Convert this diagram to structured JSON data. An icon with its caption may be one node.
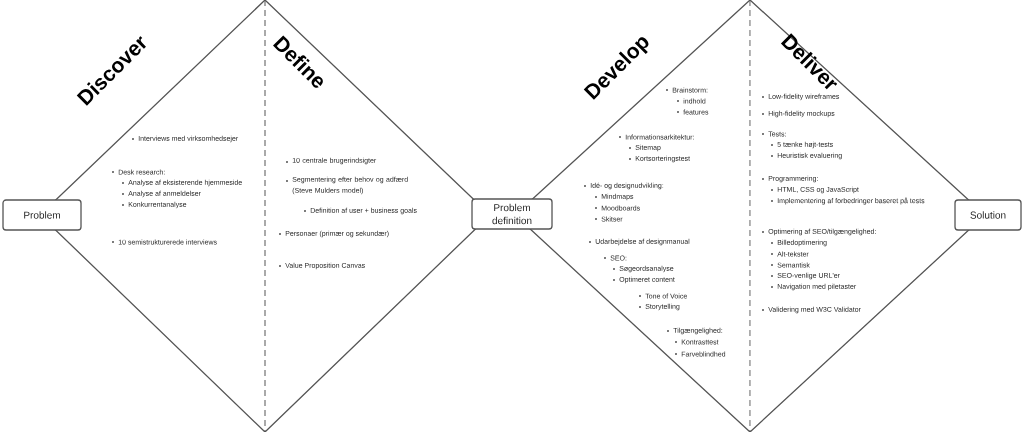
{
  "diagram": {
    "nodes": [
      {
        "text": [
          "Discover",
          "Interviews med virksomhedsejer",
          "Desk research:",
          "Analyse af eksisterende hjemmeside",
          "Analyse af anmeldelser",
          "Konkurrentanalyse",
          "10 semistrukturerede interviews"
        ]
      },
      {
        "text": [
          "Define",
          "10 centrale brugerindsigter",
          "Segmentering efter behov og adfærd (Steve Mulders model)",
          "Definition af user + business goals",
          "Personaer (primær og sekundær)",
          "Value Proposition Canvas"
        ]
      },
      {
        "text": [
          "Develop",
          "Brainstorm:",
          "indhold",
          "features",
          "Informationsarkitektur:",
          "Sitemap",
          "Kortsorteringstest",
          "Idé- og designudvikling:",
          "Mindmaps",
          "Moodboards",
          "Skitser",
          "Udarbejdelse af designmanual",
          "SEO:",
          "Søgeordsanalyse",
          "Optimeret content",
          "Tone of Voice",
          "Storytelling",
          "Tilgængelighed:",
          "Kontrasttest",
          "Farveblindhed"
        ]
      },
      {
        "text": [
          "Deliver",
          "Low-fidelity wireframes",
          "High-fidelity mockups",
          "Tests:",
          "5 tænke højt-tests",
          "Heuristisk evaluering",
          "Programmering:",
          "HTML, CSS og JavaScript",
          "Implementering af forbedringer baseret på tests",
          "Optimering af SEO/tilgængelighed:",
          "Billedoptimering",
          "Alt-tekster",
          "Semantisk",
          "SEO-venlige URL'er",
          "Navigation med piletaster",
          "Validering med W3C Validator"
        ]
      },
      {
        "text": [
          "Problem"
        ]
      },
      {
        "text": [
          "Problem definition"
        ]
      },
      {
        "text": [
          "Solution"
        ]
      }
    ],
    "edges": []
  }
}
